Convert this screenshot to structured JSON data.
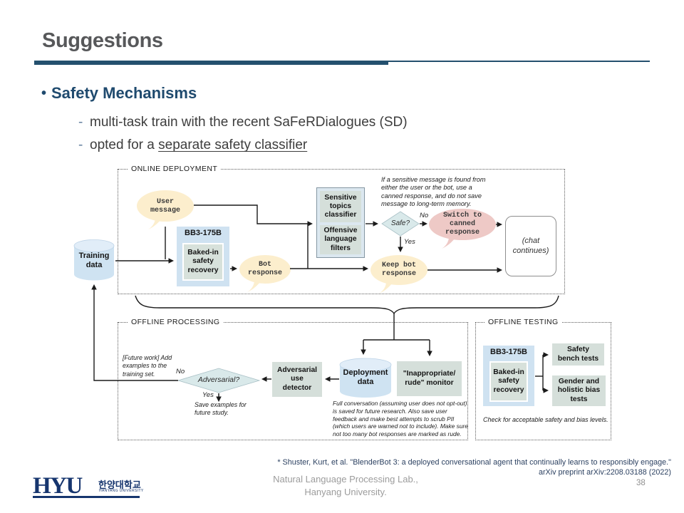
{
  "slide": {
    "title": "Suggestions",
    "bullet_char": "•",
    "bullet": "Safety Mechanisms",
    "dash": "-",
    "sub1": "multi-task train with the recent SaFeRDialogues (SD)",
    "sub2_pre": "opted for a ",
    "sub2_underlined": "separate safety classifier"
  },
  "diagram": {
    "sections": {
      "online": "ONLINE DEPLOYMENT",
      "processing": "OFFLINE PROCESSING",
      "testing": "OFFLINE TESTING"
    },
    "nodes": {
      "training_data": "Training\ndata",
      "user_message": "User\nmessage",
      "bb3": "BB3-175B",
      "baked_in": "Baked-in\nsafety\nrecovery",
      "bot_response": "Bot\nresponse",
      "sensitive": "Sensitive\ntopics\nclassifier",
      "offensive": "Offensive\nlanguage\nfilters",
      "safe": "Safe?",
      "switch_canned": "Switch to\ncanned\nresponse",
      "keep_bot": "Keep bot\nresponse",
      "chat_continues": "(chat\ncontinues)",
      "adversarial": "Adversarial?",
      "adv_detector": "Adversarial\nuse\ndetector",
      "deployment_data": "Deployment\ndata",
      "rude_monitor": "\"Inappropriate/\nrude\" monitor",
      "safety_bench": "Safety\nbench tests",
      "gender_bias": "Gender and\nholistic bias\ntests"
    },
    "labels": {
      "no": "No",
      "yes": "Yes"
    },
    "notes": {
      "online": "If a sensitive message is found from\neither the user or the bot, use a\ncanned response, and do not save\nmessage to long-term memory.",
      "future_work": "[Future work] Add\nexamples to the\ntraining set.",
      "save_examples": "Save examples for\nfuture study.",
      "processing": "Full conversation (assuming user does not opt-out)\nis saved for future research. Also save user\nfeedback and make best attempts to scrub PII\n(which users are warned not to include). Make sure\nnot too many bot responses are marked as rude.",
      "testing": "Check for acceptable safety and bias levels."
    },
    "colors": {
      "blue_fill": "#cfe2f1",
      "green_fill": "#d5dfda",
      "yellow_bubble": "#fceecd",
      "pink_bubble": "#eec9c6",
      "diamond_fill": "#d9e9ea"
    }
  },
  "footer": {
    "citation_line1": "* Shuster, Kurt, et al.  \"BlenderBot 3: a deployed conversational agent that continually learns to responsibly engage.\"",
    "citation_line2": "arXiv preprint arXiv:2208.03188 (2022)",
    "lab_line1": "Natural Language Processing  Lab.,",
    "lab_line2": "Hanyang University.",
    "page_number": "38",
    "logo": {
      "acronym": "HYU",
      "korean": "한양대학교",
      "english": "HANYANG UNIVERSITY"
    }
  },
  "colors": {
    "accent_navy": "#24506e",
    "heading_blue": "#1f4a6e",
    "title_gray": "#57585a"
  }
}
